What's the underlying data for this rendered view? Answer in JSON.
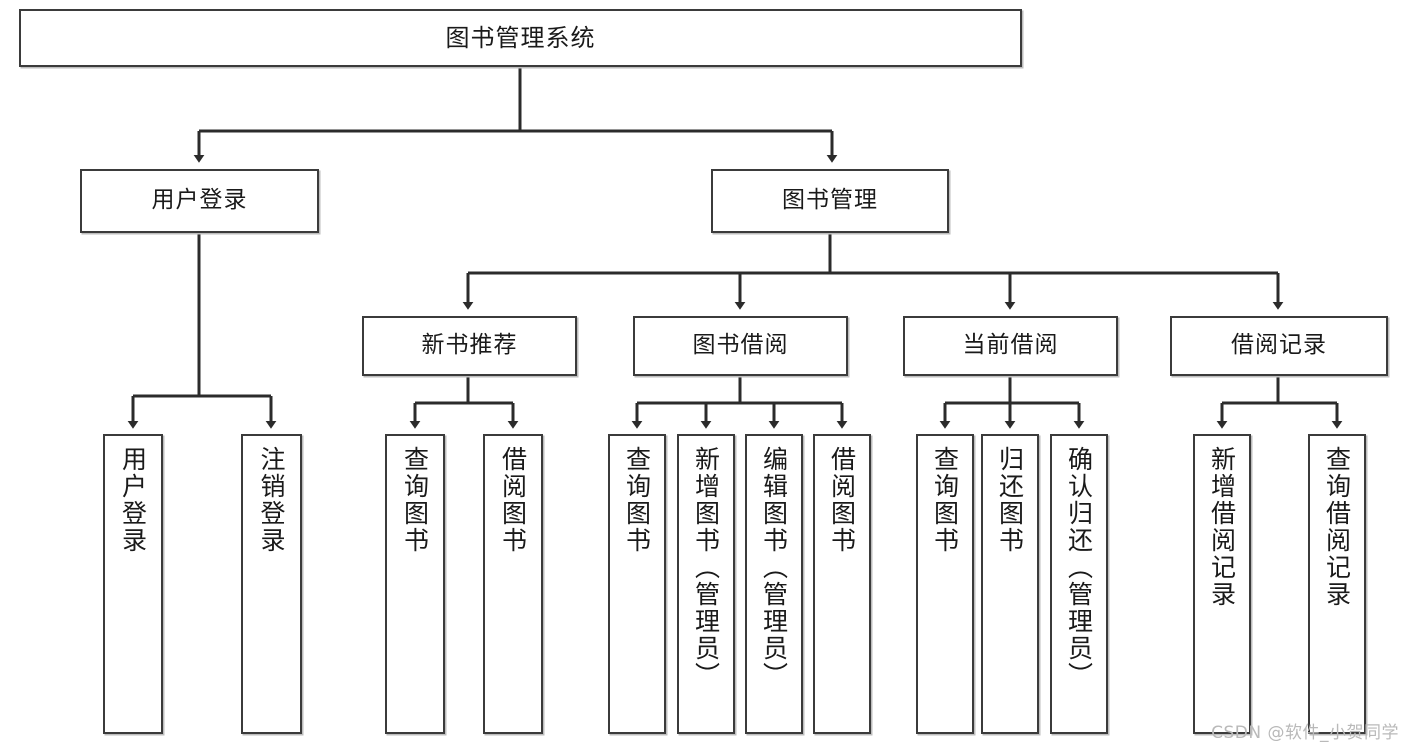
{
  "diagram": {
    "title": "图书管理系统",
    "type": "tree-hierarchy",
    "watermark": "CSDN @软件_小贺同学",
    "colors": {
      "box_border": "#3b3b3b",
      "box_fill": "#ffffff",
      "connector": "#2b2b2b",
      "watermark": "#b9b9b9"
    },
    "nodes": {
      "root": {
        "label": "图书管理系统"
      },
      "level1": [
        {
          "label": "用户登录"
        },
        {
          "label": "图书管理"
        }
      ],
      "level2": [
        {
          "label": "新书推荐"
        },
        {
          "label": "图书借阅"
        },
        {
          "label": "当前借阅"
        },
        {
          "label": "借阅记录"
        }
      ],
      "leaves": {
        "user_login": [
          {
            "label": "用户登录"
          },
          {
            "label": "注销登录"
          }
        ],
        "new_book_recommend": [
          {
            "label": "查询图书"
          },
          {
            "label": "借阅图书"
          }
        ],
        "book_borrow": [
          {
            "label": "查询图书"
          },
          {
            "label": "新增图书（管理员）"
          },
          {
            "label": "编辑图书（管理员）"
          },
          {
            "label": "借阅图书"
          }
        ],
        "current_borrow": [
          {
            "label": "查询图书"
          },
          {
            "label": "归还图书"
          },
          {
            "label": "确认归还（管理员）"
          }
        ],
        "borrow_record": [
          {
            "label": "新增借阅记录"
          },
          {
            "label": "查询借阅记录"
          }
        ]
      }
    }
  }
}
